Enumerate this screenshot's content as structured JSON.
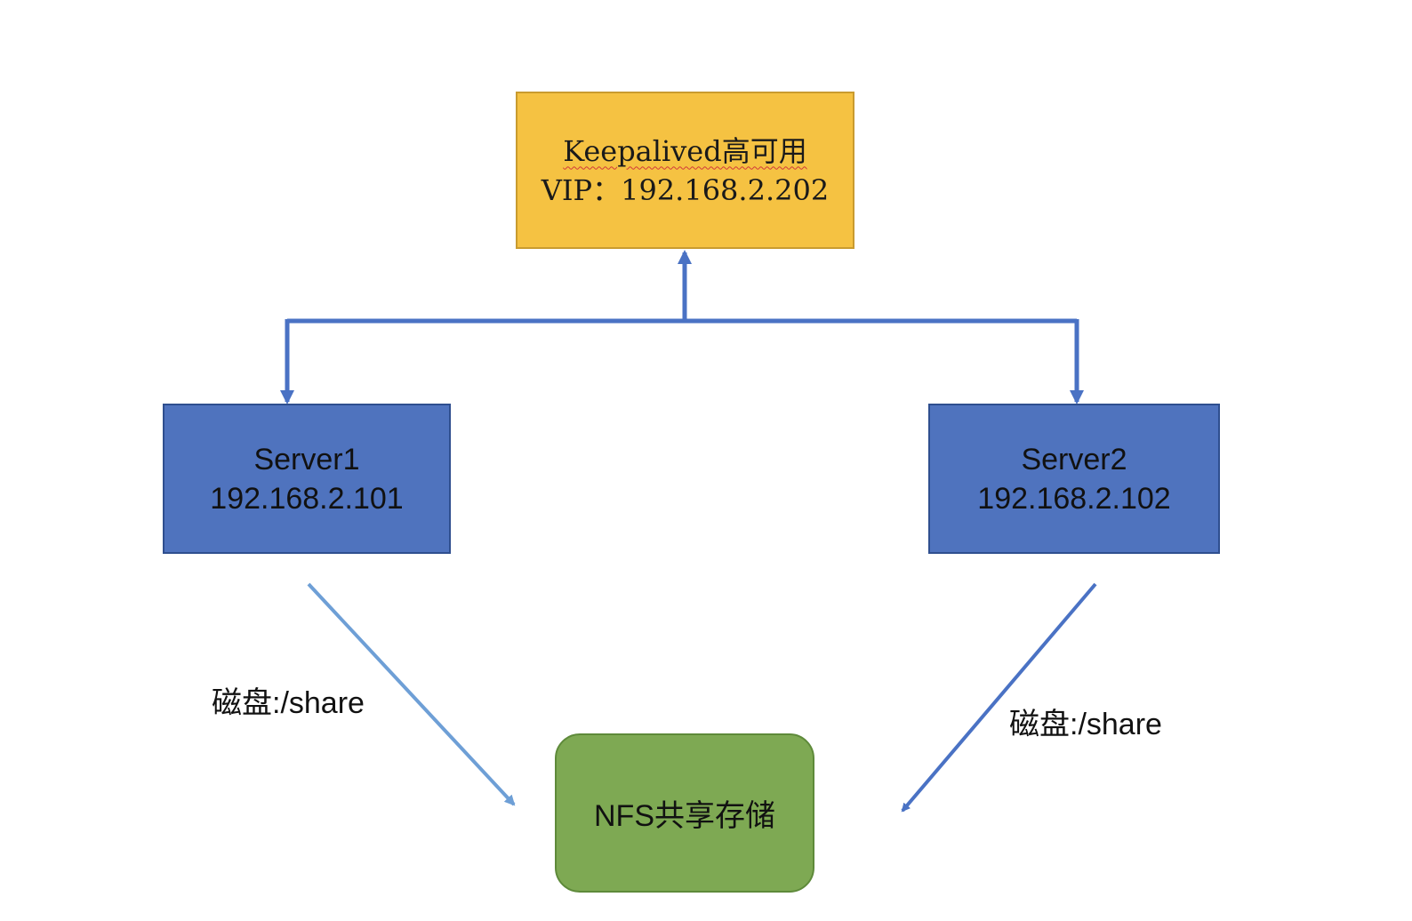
{
  "nodes": {
    "keepalived": {
      "line1": "Keepalived高可用",
      "line2": "VIP：192.168.2.202"
    },
    "server1": {
      "name": "Server1",
      "ip": "192.168.2.101"
    },
    "server2": {
      "name": "Server2",
      "ip": "192.168.2.102"
    },
    "nfs": {
      "label": "NFS共享存储"
    }
  },
  "edges": {
    "server1_to_nfs": {
      "label": "磁盘:/share"
    },
    "server2_to_nfs": {
      "label": "磁盘:/share"
    }
  },
  "colors": {
    "keepalived_fill": "#f5c242",
    "server_fill": "#4f73be",
    "nfs_fill": "#7ea953",
    "connector": "#4a72c4",
    "connector_light": "#6e9fd6"
  }
}
